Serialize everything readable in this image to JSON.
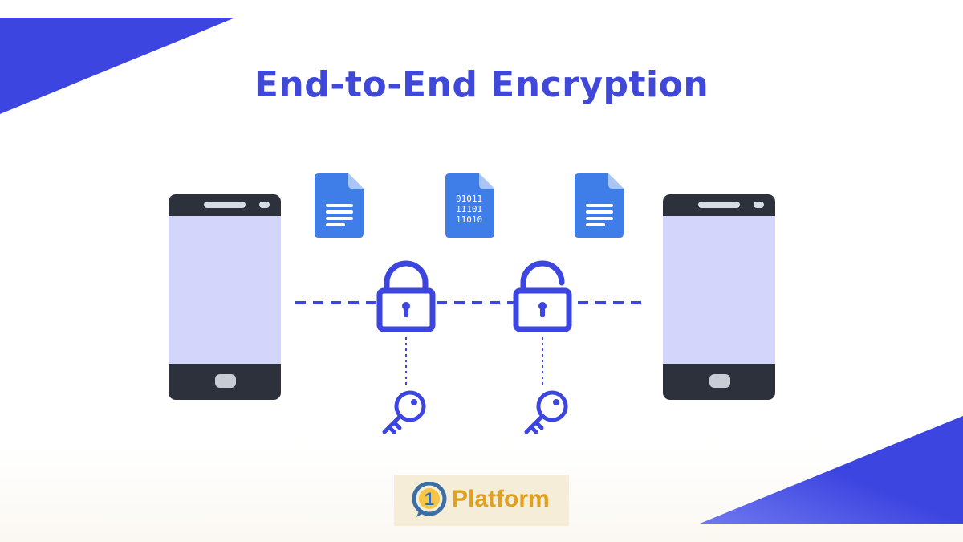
{
  "title": "End-to-End Encryption",
  "colors": {
    "accent": "#3d45e0",
    "title": "#3f48d8",
    "phone_body": "#2c313b",
    "phone_screen": "#d4d5fb",
    "doc_blue": "#3f7ee8",
    "doc_fold": "#a9c6f6",
    "logo_bg": "#f6edd9",
    "logo_text": "#e0a11e",
    "logo_emblem": "#3a6ea5"
  },
  "diagram": {
    "nodes": [
      {
        "name": "sender-phone",
        "icon": "smartphone-icon"
      },
      {
        "name": "plain-document-left",
        "icon": "document-icon"
      },
      {
        "name": "encrypted-document",
        "icon": "binary-document-icon",
        "lines": [
          "01011",
          "11101",
          "11010"
        ]
      },
      {
        "name": "plain-document-right",
        "icon": "document-icon"
      },
      {
        "name": "closed-lock",
        "icon": "lock-closed-icon"
      },
      {
        "name": "open-lock",
        "icon": "lock-open-icon"
      },
      {
        "name": "encryption-key",
        "icon": "key-icon"
      },
      {
        "name": "decryption-key",
        "icon": "key-icon"
      },
      {
        "name": "receiver-phone",
        "icon": "smartphone-icon"
      }
    ]
  },
  "logo": {
    "number": "1",
    "text": "Platform"
  }
}
